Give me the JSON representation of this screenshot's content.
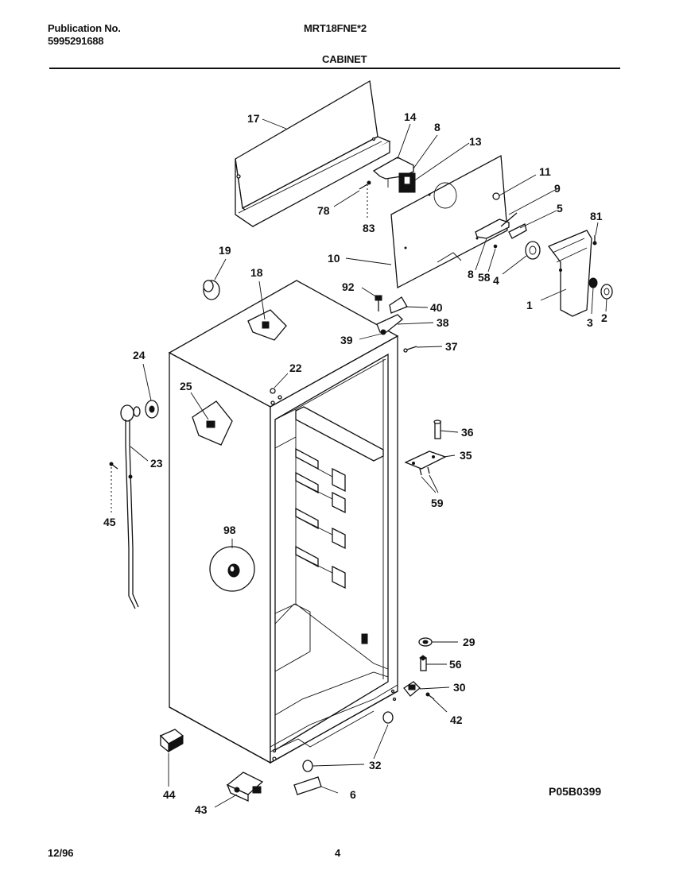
{
  "header": {
    "publication_label": "Publication No.",
    "publication_number": "5995291688",
    "model": "MRT18FNE*2",
    "section": "CABINET"
  },
  "footer": {
    "date": "12/96",
    "page": "4",
    "drawing_code": "P05B0399"
  },
  "callouts": [
    "17",
    "14",
    "8",
    "13",
    "11",
    "9",
    "5",
    "81",
    "78",
    "83",
    "19",
    "10",
    "8",
    "58",
    "4",
    "1",
    "3",
    "2",
    "18",
    "92",
    "40",
    "38",
    "39",
    "37",
    "22",
    "24",
    "25",
    "36",
    "35",
    "59",
    "23",
    "45",
    "98",
    "29",
    "56",
    "30",
    "42",
    "32",
    "44",
    "43",
    "6"
  ]
}
